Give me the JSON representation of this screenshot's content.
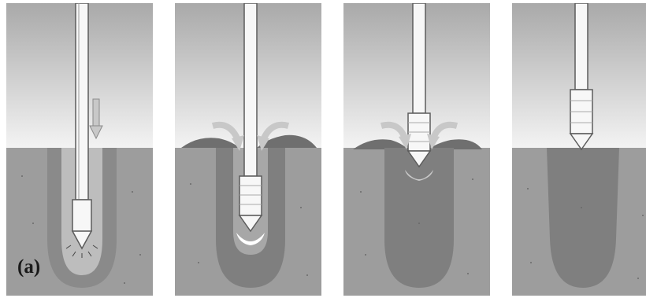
{
  "figure": {
    "label": "(a)",
    "steps": [
      "step-1",
      "step-2",
      "step-3",
      "step-4"
    ]
  },
  "colors": {
    "sky_top": "#a9a9a9",
    "sky_bottom": "#f4f4f4",
    "soil": "#9d9d9d",
    "compacted_column": "#7f7f7f",
    "lighter_zone": "#b9b9b9",
    "tool": "#f7f7f7",
    "tool_outline": "#5c5c5c",
    "arrow": "#c8c8c8",
    "heap": "#6f6f6f"
  }
}
